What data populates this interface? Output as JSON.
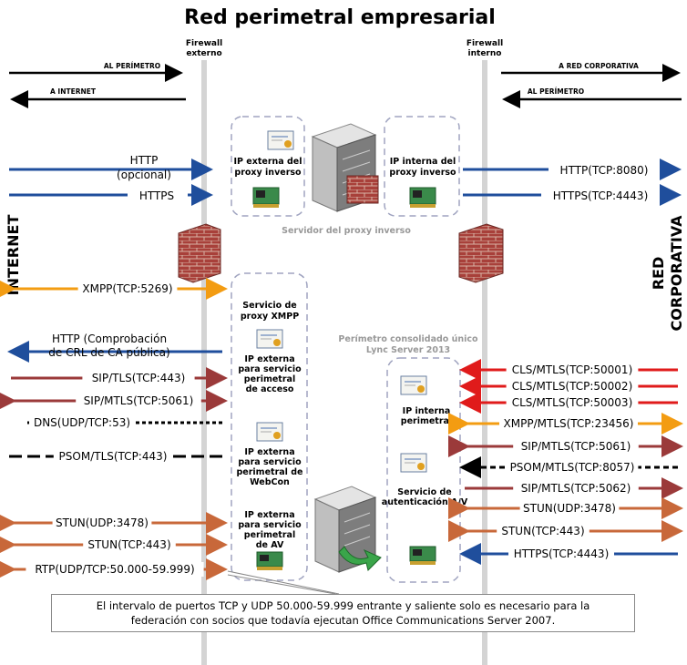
{
  "title": "Red perimetral empresarial",
  "firewall_external": [
    "Firewall",
    "externo"
  ],
  "firewall_internal": [
    "Firewall",
    "interno"
  ],
  "top_arrows": {
    "to_perimeter_left": "AL PERÍMETRO",
    "to_internet": "A INTERNET",
    "to_corporate": "A RED CORPORATIVA",
    "to_perimeter_right": "AL PERÍMETRO"
  },
  "side_labels": {
    "internet": "INTERNET",
    "corporate": [
      "RED",
      "CORPORATIVA"
    ]
  },
  "proxy": {
    "caption": "Servidor del proxy inverso",
    "external_box": [
      "IP externa del",
      "proxy inverso"
    ],
    "internal_box": [
      "IP interna del",
      "proxy inverso"
    ],
    "left_http": [
      "HTTP",
      "(opcional)"
    ],
    "left_https": "HTTPS",
    "right_http": "HTTP(TCP:8080)",
    "right_https": "HTTPS(TCP:4443)"
  },
  "edge": {
    "caption": [
      "Perímetro consolidado único",
      "Lync Server 2013"
    ],
    "xmpp_service": [
      "Servicio de",
      "proxy XMPP"
    ],
    "access_ip": [
      "IP externa",
      "para servicio",
      "perimetral",
      "de acceso"
    ],
    "webcon_ip": [
      "IP externa",
      "para servicio",
      "perimetral de",
      "WebCon"
    ],
    "av_ip": [
      "IP externa",
      "para servicio",
      "perimetral",
      "de AV"
    ],
    "internal_ip": [
      "IP interna",
      "perimetral"
    ],
    "av_auth": [
      "Servicio de",
      "autenticación A/V"
    ]
  },
  "left_flows": [
    {
      "label": "XMPP(TCP:5269)",
      "color": "#f39c12"
    },
    {
      "label": [
        "HTTP (Comprobación",
        "de CRL de CA pública)"
      ],
      "color": "#1f4e9c"
    },
    {
      "label": "SIP/TLS(TCP:443)",
      "color": "#9b3a3a"
    },
    {
      "label": "SIP/MTLS(TCP:5061)",
      "color": "#9b3a3a"
    },
    {
      "label": "DNS(UDP/TCP:53)",
      "color": "#000000"
    },
    {
      "label": "PSOM/TLS(TCP:443)",
      "color": "#000000"
    },
    {
      "label": "STUN(UDP:3478)",
      "color": "#c8683a"
    },
    {
      "label": "STUN(TCP:443)",
      "color": "#c8683a"
    },
    {
      "label": "RTP(UDP/TCP:50.000-59.999)",
      "color": "#c8683a"
    }
  ],
  "right_flows": [
    {
      "label": "CLS/MTLS(TCP:50001)",
      "color": "#e01b1b"
    },
    {
      "label": "CLS/MTLS(TCP:50002)",
      "color": "#e01b1b"
    },
    {
      "label": "CLS/MTLS(TCP:50003)",
      "color": "#e01b1b"
    },
    {
      "label": "XMPP/MTLS(TCP:23456)",
      "color": "#f39c12"
    },
    {
      "label": "SIP/MTLS(TCP:5061)",
      "color": "#9b3a3a"
    },
    {
      "label": "PSOM/MTLS(TCP:8057)",
      "color": "#000000"
    },
    {
      "label": "SIP/MTLS(TCP:5062)",
      "color": "#9b3a3a"
    },
    {
      "label": "STUN(UDP:3478)",
      "color": "#c8683a"
    },
    {
      "label": "STUN(TCP:443)",
      "color": "#c8683a"
    },
    {
      "label": "HTTPS(TCP:4443)",
      "color": "#1f4e9c"
    }
  ],
  "footnote": [
    "El intervalo de puertos TCP y UDP 50.000-59.999 entrante y saliente solo es necesario para la",
    "federación con socios que todavía ejecutan Office Communications Server 2007."
  ]
}
